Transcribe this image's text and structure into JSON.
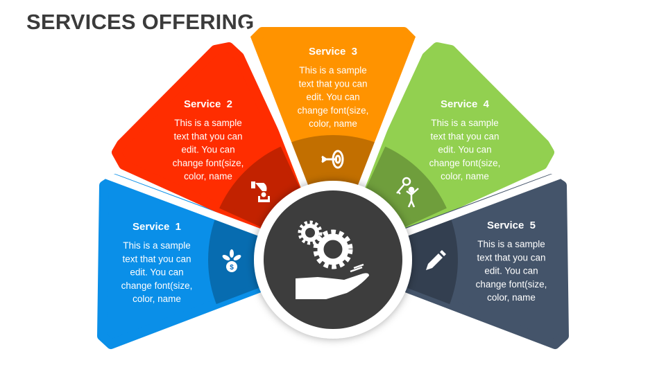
{
  "title": "SERVICES OFFERING",
  "colors": {
    "service1": "#0A8FE8",
    "service2": "#FF2D00",
    "service3": "#FF9300",
    "service4": "#92D050",
    "service5": "#44546A",
    "center": "#3D3D3D"
  },
  "center_icon": "gears-in-hand-icon",
  "services": [
    {
      "title": "Service  1",
      "lines": [
        "This is a sample",
        "text that you can",
        "edit. You can",
        "change font(size,",
        "color, name"
      ],
      "icon": "money-plant-icon"
    },
    {
      "title": "Service  2",
      "lines": [
        "This is a sample",
        "text that you can",
        "edit. You can",
        "change font(size,",
        "color, name"
      ],
      "icon": "hand-coin-icon"
    },
    {
      "title": "Service  3",
      "lines": [
        "This is a sample",
        "text that you can",
        "edit. You can",
        "change font(size,",
        "color, name"
      ],
      "icon": "target-arrow-icon"
    },
    {
      "title": "Service  4",
      "lines": [
        "This is a sample",
        "text that you can",
        "edit. You can",
        "change font(size,",
        "color, name"
      ],
      "icon": "person-key-icon"
    },
    {
      "title": "Service  5",
      "lines": [
        "This is a sample",
        "text that you can",
        "edit. You can",
        "change font(size,",
        "color, name"
      ],
      "icon": "pencil-icon"
    }
  ]
}
